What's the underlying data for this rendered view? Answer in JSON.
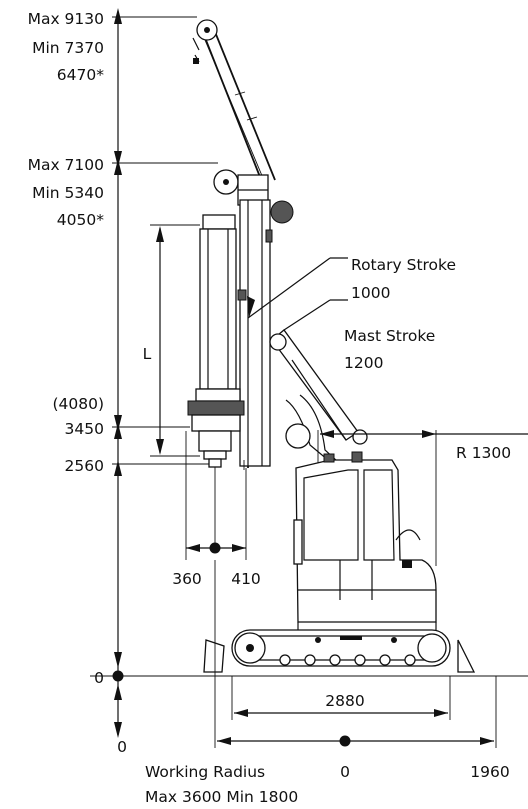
{
  "labels": {
    "mast_top": {
      "max": "Max 9130",
      "min": "Min 7370",
      "star": "6470*"
    },
    "mast_mid": {
      "max": "Max 7100",
      "min": "Min 5340",
      "star": "4050*"
    },
    "rotary_stroke": {
      "title": "Rotary Stroke",
      "value": "1000"
    },
    "mast_stroke": {
      "title": "Mast Stroke",
      "value": "1200"
    },
    "rotary_height": {
      "paren": "(4080)",
      "value": "3450"
    },
    "bit_height": "2560",
    "length": "L",
    "radius": "R 1300",
    "offset_left": "360",
    "offset_right": "410",
    "ground": "0",
    "below_ground": "0",
    "track_length": "2880",
    "axis_zero": "0",
    "axis_end": "1960",
    "working_radius": {
      "title": "Working Radius",
      "range": "Max 3600 Min 1800"
    }
  }
}
